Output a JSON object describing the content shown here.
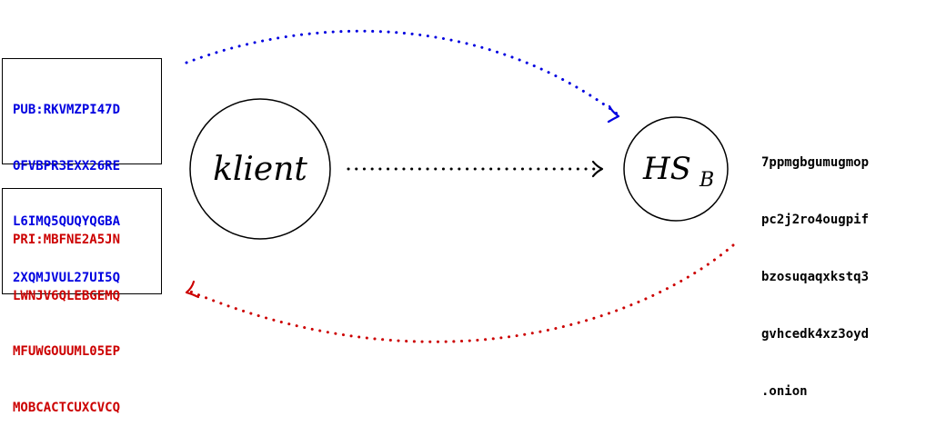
{
  "public_key": {
    "lines": [
      "PUB:RKVMZPI47D",
      "OFVBPR3EXX26RE",
      "L6IMQ5QUQYQGBA",
      "2XQMJVUL27UI5Q"
    ],
    "color": "#0000e0"
  },
  "private_key": {
    "lines": [
      "PRI:MBFNE2A5JN",
      "LWNJV6QLEBGEMQ",
      "MFUWGOUUML05EP",
      "MOBCACTCUXCVCQ"
    ],
    "color": "#cc0000"
  },
  "client_node": {
    "label": "klient"
  },
  "server_node": {
    "label": "HS",
    "subscript": "B"
  },
  "onion_address": {
    "lines": [
      "7ppmgbgumugmop",
      "pc2j2ro4ougpif",
      "bzosuqaqxkstq3",
      "gvhcedk4xz3oyd",
      ".onion"
    ]
  },
  "arrows": {
    "top": {
      "color": "#0000e0",
      "style": "dotted"
    },
    "middle": {
      "color": "#000000",
      "style": "dotted"
    },
    "bottom": {
      "color": "#cc0000",
      "style": "dotted"
    }
  }
}
